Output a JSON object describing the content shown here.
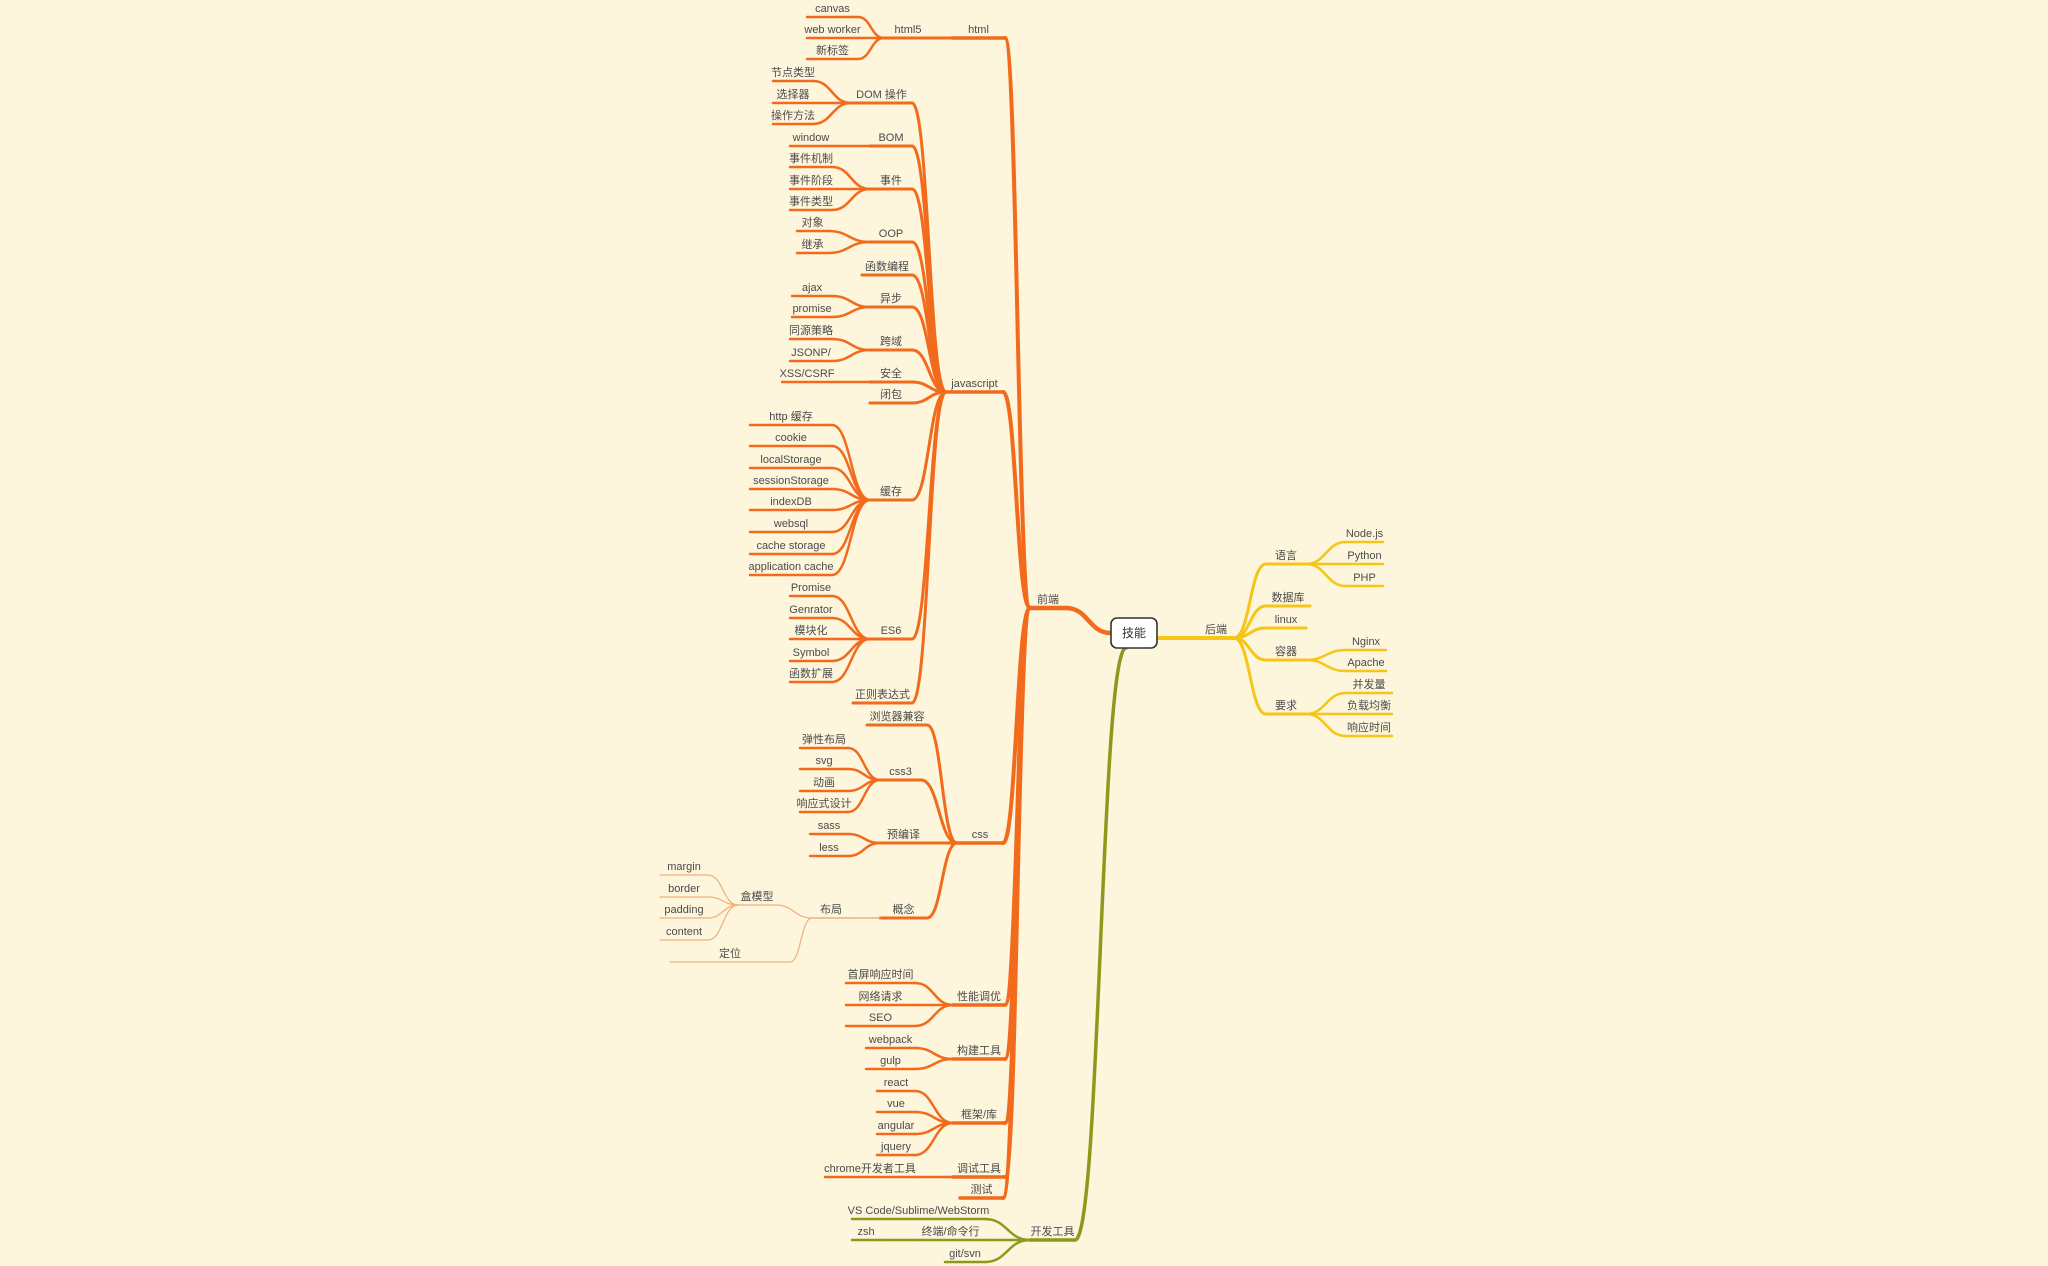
{
  "root": "技能",
  "colors": {
    "background": "#fdf5dc",
    "frontend": "#f26b1d",
    "frontend_light": "#f0b07a",
    "backend": "#f5c518",
    "tools": "#8c9a1c",
    "text": "#4b4b4b"
  },
  "branches": {
    "frontend": {
      "label": "前端",
      "children": {
        "html": {
          "label": "html",
          "html5": {
            "label": "html5",
            "items": [
              "canvas",
              "web worker",
              "新标签"
            ]
          }
        },
        "javascript": {
          "label": "javascript",
          "dom": {
            "label": "DOM 操作",
            "items": [
              "节点类型",
              "选择器",
              "操作方法"
            ]
          },
          "bom": {
            "label": "BOM",
            "items": [
              "window"
            ]
          },
          "event": {
            "label": "事件",
            "items": [
              "事件机制",
              "事件阶段",
              "事件类型"
            ]
          },
          "oop": {
            "label": "OOP",
            "items": [
              "对象",
              "继承"
            ]
          },
          "functional": {
            "label": "函数编程"
          },
          "async": {
            "label": "异步",
            "items": [
              "ajax",
              "promise"
            ]
          },
          "crossdomain": {
            "label": "跨域",
            "items": [
              "同源策略",
              "JSONP/"
            ]
          },
          "security": {
            "label": "安全",
            "items": [
              "XSS/CSRF"
            ]
          },
          "closure": {
            "label": "闭包"
          },
          "cache": {
            "label": "缓存",
            "items": [
              "http 缓存",
              "cookie",
              "localStorage",
              "sessionStorage",
              "indexDB",
              "websql",
              "cache storage",
              "application cache"
            ]
          },
          "es6": {
            "label": "ES6",
            "items": [
              "Promise",
              "Genrator",
              "模块化",
              "Symbol",
              "函数扩展"
            ]
          },
          "regex": {
            "label": "正则表达式"
          }
        },
        "css": {
          "label": "css",
          "compat": {
            "label": "浏览器兼容"
          },
          "css3": {
            "label": "css3",
            "items": [
              "弹性布局",
              "svg",
              "动画",
              "响应式设计"
            ]
          },
          "precompile": {
            "label": "预编译",
            "items": [
              "sass",
              "less"
            ]
          },
          "concept": {
            "label": "概念",
            "layout": {
              "label": "布局",
              "boxmodel": {
                "label": "盒模型",
                "items": [
                  "margin",
                  "border",
                  "padding",
                  "content"
                ]
              },
              "position": {
                "label": "定位"
              }
            }
          }
        },
        "perf": {
          "label": "性能调优",
          "items": [
            "首屏响应时间",
            "网络请求",
            "SEO"
          ]
        },
        "build": {
          "label": "构建工具",
          "items": [
            "webpack",
            "gulp"
          ]
        },
        "framework": {
          "label": "框架/库",
          "items": [
            "react",
            "vue",
            "angular",
            "jquery"
          ]
        },
        "debug": {
          "label": "调试工具",
          "items": [
            "chrome开发者工具"
          ]
        },
        "test": {
          "label": "测试"
        }
      }
    },
    "backend": {
      "label": "后端",
      "language": {
        "label": "语言",
        "items": [
          "Node.js",
          "Python",
          "PHP"
        ]
      },
      "database": {
        "label": "数据库"
      },
      "linux": {
        "label": "linux"
      },
      "container": {
        "label": "容器",
        "items": [
          "Nginx",
          "Apache"
        ]
      },
      "requirements": {
        "label": "要求",
        "items": [
          "并发量",
          "负载均衡",
          "响应时间"
        ]
      }
    },
    "devtools": {
      "label": "开发工具",
      "editors": {
        "label": "VS Code/Sublime/WebStorm"
      },
      "terminal": {
        "label": "终端/命令行",
        "items": [
          "zsh"
        ]
      },
      "vcs": {
        "label": "git/svn"
      }
    }
  }
}
